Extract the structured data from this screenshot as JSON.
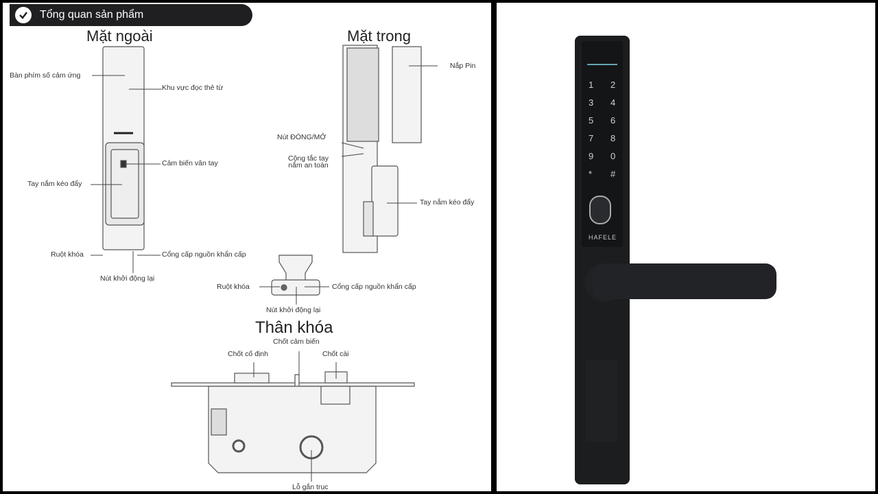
{
  "left_panel": {
    "banner_title": "Tổng quan sản phẩm",
    "banner_icon": "check-circle-icon",
    "outer": {
      "heading": "Mặt ngoài",
      "labels": {
        "keypad": "Bàn phím số cảm ứng",
        "card_reader": "Khu vực đọc thẻ từ",
        "fingerprint": "Cảm biến vân tay",
        "handle": "Tay nắm kéo đẩy",
        "cylinder": "Ruột khóa",
        "power_port": "Cổng cấp nguồn khẩn cấp",
        "reset": "Nút khởi động lại"
      }
    },
    "inner": {
      "heading": "Mặt trong",
      "labels": {
        "battery_cover": "Nắp Pin",
        "open_close": "Nút ĐÓNG/MỞ",
        "safety_switch_line1": "Cộng tắc tay",
        "safety_switch_line2": "nắm an toàn",
        "handle": "Tay nắm kéo đẩy"
      }
    },
    "bottom_view": {
      "cylinder": "Ruột khóa",
      "power_port": "Cổng cấp nguồn khẩn cấp",
      "reset": "Nút khởi động lại"
    },
    "lock_body": {
      "heading": "Thân khóa",
      "labels": {
        "sensor_bolt": "Chốt cảm biến",
        "fixed_bolt": "Chốt cố định",
        "latch": "Chốt cài",
        "spindle_hole": "Lỗ gắn trục"
      }
    }
  },
  "right_panel": {
    "keypad_keys": [
      "1",
      "2",
      "3",
      "4",
      "5",
      "6",
      "7",
      "8",
      "9",
      "0",
      "*",
      "#"
    ],
    "brand": "HAFELE",
    "colors": {
      "body": "#1c1d1f",
      "handle": "#222326",
      "accent": "#7fd6e6"
    }
  }
}
